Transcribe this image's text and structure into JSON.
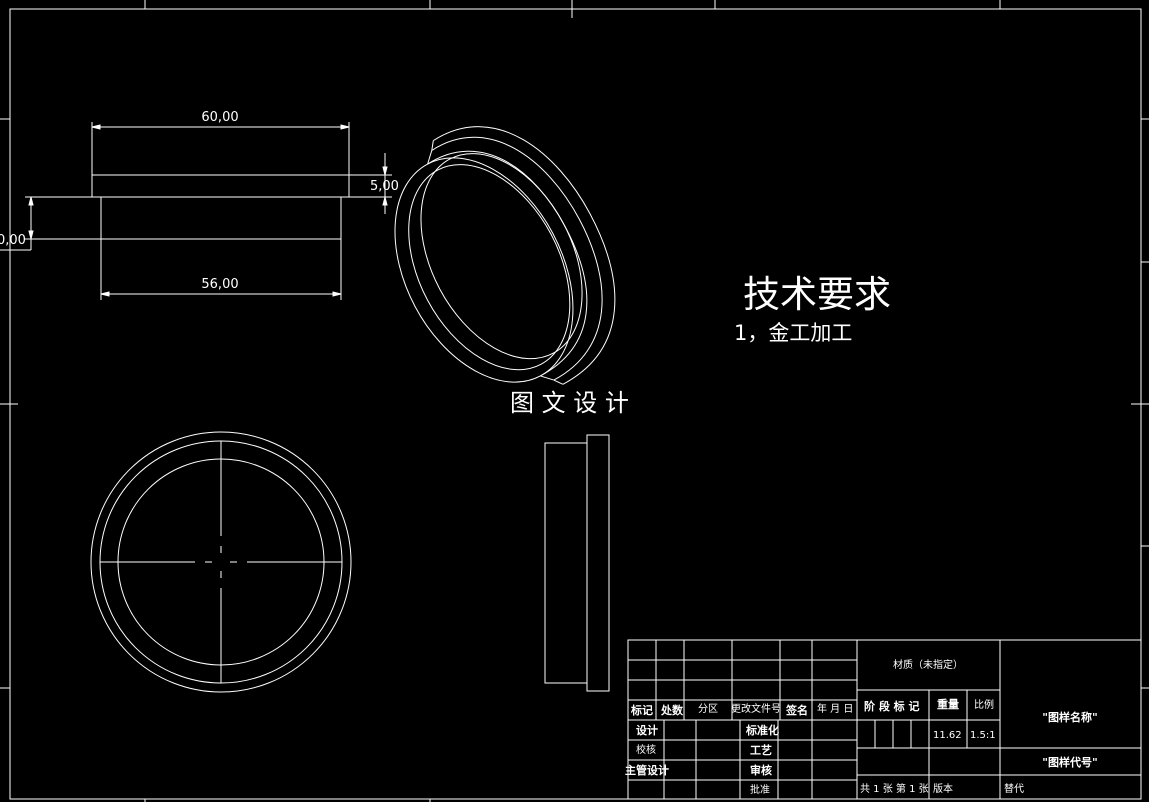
{
  "dimensions": {
    "top_width": "60,00",
    "bottom_width": "56,00",
    "flange_thickness": "5,00",
    "left_height": "0,00"
  },
  "tech_requirements": {
    "title": "技术要求",
    "item1": "1，金工加工"
  },
  "watermark": "图 文 设 计",
  "title_block": {
    "material": "材质（未指定）",
    "headers": {
      "mark": "标记",
      "count": "处数",
      "zone": "分区",
      "change_doc": "更改文件号",
      "sign": "签名",
      "date": "年 月 日",
      "stage_mark": "阶 段 标 记",
      "weight": "重量",
      "scale": "比例"
    },
    "rows": {
      "design": "设计",
      "standardize": "标准化",
      "check": "校核",
      "process": "工艺",
      "chief_design": "主管设计",
      "review": "审核",
      "approve": "批准"
    },
    "weight_value": "11.62",
    "scale_value": "1.5:1",
    "drawing_name": "\"图样名称\"",
    "drawing_code": "\"图样代号\"",
    "sheets": "共 1 张  第 1 张",
    "version": "版本",
    "replace": "替代"
  }
}
